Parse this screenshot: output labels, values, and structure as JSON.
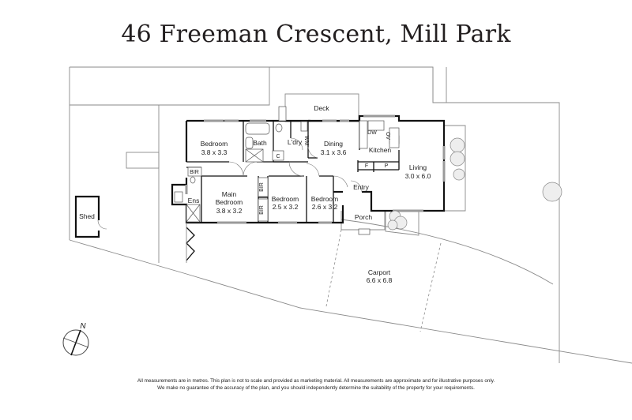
{
  "title": "46 Freeman Crescent, Mill Park",
  "rooms": [
    {
      "id": "bedroom-1",
      "name": "Bedroom",
      "dims": "3.8 x 3.3"
    },
    {
      "id": "bath",
      "name": "Bath",
      "dims": ""
    },
    {
      "id": "laundry",
      "name": "L'dry",
      "dims": ""
    },
    {
      "id": "dining",
      "name": "Dining",
      "dims": "3.1 x 3.6"
    },
    {
      "id": "kitchen",
      "name": "Kitchen",
      "dims": ""
    },
    {
      "id": "living",
      "name": "Living",
      "dims": "3.0 x 6.0"
    },
    {
      "id": "main-bedroom",
      "name": "Main Bedroom",
      "name_line1": "Main",
      "name_line2": "Bedroom",
      "dims": "3.8 x 3.2"
    },
    {
      "id": "bedroom-2",
      "name": "Bedroom",
      "dims": "2.5 x 3.2"
    },
    {
      "id": "bedroom-3",
      "name": "Bedroom",
      "dims": "2.6 x 3.2"
    },
    {
      "id": "entry",
      "name": "Entry",
      "dims": ""
    },
    {
      "id": "porch",
      "name": "Porch",
      "dims": ""
    },
    {
      "id": "ensuite",
      "name": "Ens",
      "dims": ""
    },
    {
      "id": "deck",
      "name": "Deck",
      "dims": ""
    },
    {
      "id": "carport",
      "name": "Carport",
      "dims": "6.6 x 6.8"
    },
    {
      "id": "shed",
      "name": "Shed",
      "dims": ""
    }
  ],
  "fixtures": {
    "bir": "BIR",
    "washing_machine": "WM",
    "cupboard": "C",
    "dishwasher": "DW",
    "oven": "OV",
    "fridge": "F",
    "pantry": "P"
  },
  "compass": {
    "label": "N"
  },
  "disclaimer": {
    "line1": "All measurements are in metres. This plan is not to scale and provided as marketing material. All measurements are approximate and for illustrative purposes only.",
    "line2": "We make no guarantee of the accuracy of the plan, and you should independently determine the suitability of the property for your requirements."
  }
}
